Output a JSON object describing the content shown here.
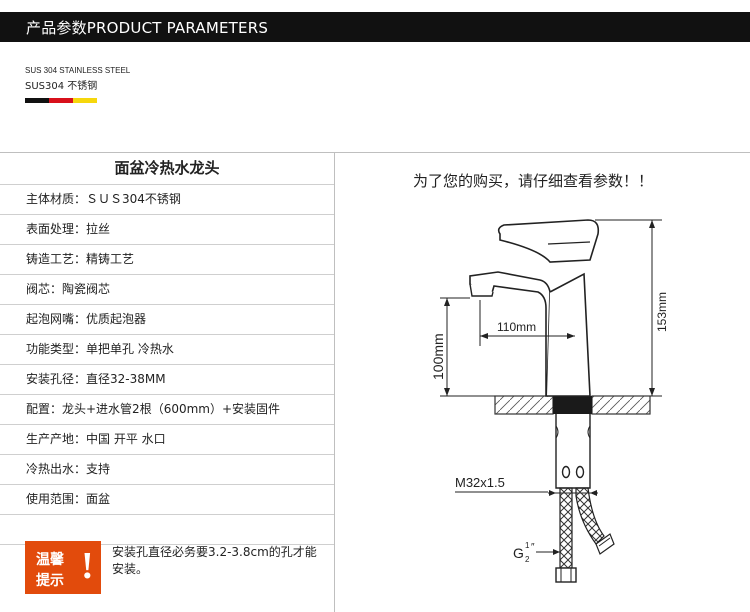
{
  "header": {
    "title": "产品参数PRODUCT PARAMETERS"
  },
  "material": {
    "en": "SUS 304 STAINLESS STEEL",
    "cn": "SUS304 不锈钢",
    "flag_colors": [
      "#111111",
      "#d8101b",
      "#f6d70c"
    ]
  },
  "spec": {
    "title": "面盆冷热水龙头",
    "rows": [
      "主体材质：ＳＵＳ304不锈钢",
      "表面处理：拉丝",
      "铸造工艺：精铸工艺",
      "阀芯：陶瓷阀芯",
      "起泡网嘴：优质起泡器",
      "功能类型：单把单孔 冷热水",
      "安装孔径：直径32-38MM",
      "配置：龙头+进水管2根（600mm）+安装固件",
      "生产产地：中国 开平 水口",
      "冷热出水：支持",
      "使用范围：面盆"
    ]
  },
  "notice": {
    "label_line1": "温馨",
    "label_line2": "提示",
    "mark": "!",
    "text": "安装孔直径必务要3.2-3.8cm的孔才能安装。",
    "color": "#e24b0c"
  },
  "diagram": {
    "caption": "为了您的购买，请仔细查看参数！！",
    "dim_spout": "110mm",
    "dim_height": "100mm",
    "dim_total": "153mm",
    "thread": "M32x1.5",
    "pipe_label_main": "G",
    "pipe_label_sup": "1",
    "pipe_label_sub": "2",
    "pipe_label_mark": "″"
  }
}
